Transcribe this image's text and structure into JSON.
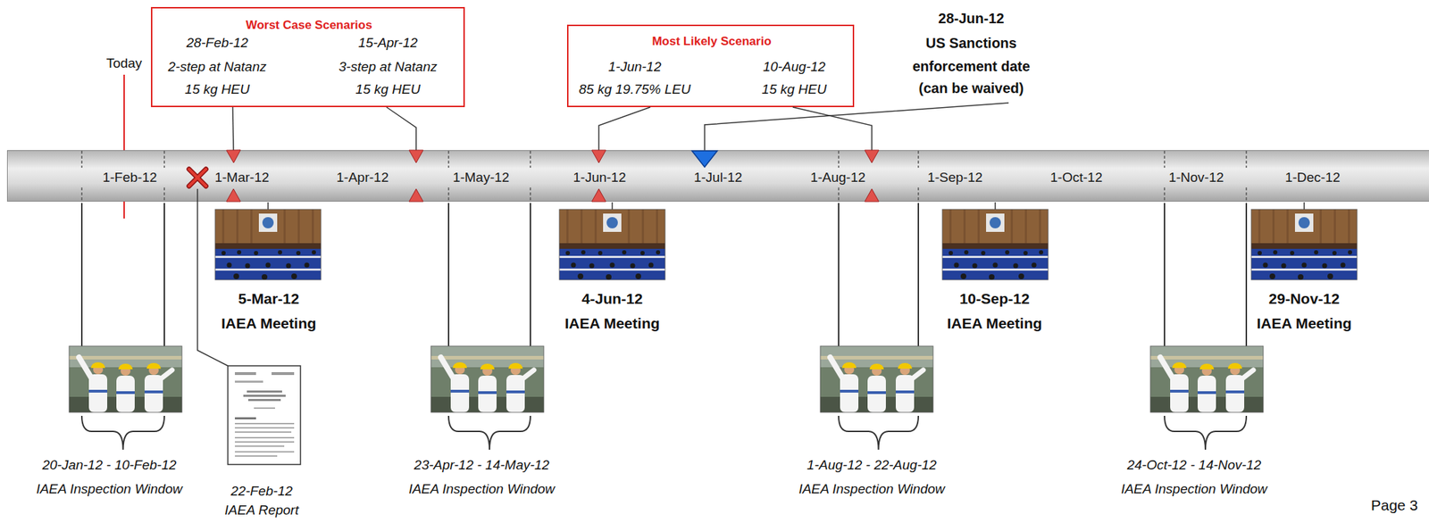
{
  "diagram": {
    "nodes": [
      {
        "text": [
          "Worst Case Scenarios",
          "28-Feb-12",
          "2-step at Natanz",
          "15 kg HEU",
          "15-Apr-12",
          "3-step at Natanz",
          "15 kg HEU"
        ]
      },
      {
        "text": [
          "Most Likely Scenario",
          "1-Jun-12",
          "85 kg 19.75% LEU",
          "10-Aug-12",
          "15 kg HEU"
        ]
      },
      {
        "text": [
          "1-Feb-12",
          "1-Mar-12",
          "1-Apr-12",
          "1-May-12",
          "1-Jun-12",
          "1-Jul-12",
          "1-Aug-12",
          "1-Sep-12",
          "1-Oct-12",
          "1-Nov-12",
          "1-Dec-12"
        ]
      }
    ],
    "edges": [
      {
        "from": 0,
        "to": 2,
        "arrow": "to"
      },
      {
        "from": 0,
        "to": 2,
        "arrow": "to"
      },
      {
        "from": 1,
        "to": 2,
        "arrow": "to"
      },
      {
        "from": 1,
        "to": 2,
        "arrow": "to"
      }
    ],
    "labels": [
      "Today",
      "28-Jun-12",
      "US Sanctions",
      "enforcement date",
      "(can be waived)",
      "5-Mar-12",
      "IAEA Meeting",
      "4-Jun-12",
      "IAEA Meeting",
      "10-Sep-12",
      "IAEA Meeting",
      "29-Nov-12",
      "IAEA Meeting",
      "20-Jan-12 - 10-Feb-12",
      "IAEA Inspection Window",
      "22-Feb-12",
      "IAEA Report",
      "23-Apr-12 - 14-May-12",
      "IAEA Inspection Window",
      "1-Aug-12 - 22-Aug-12",
      "IAEA Inspection Window",
      "24-Oct-12 - 14-Nov-12",
      "IAEA Inspection Window",
      "Page 3"
    ]
  }
}
